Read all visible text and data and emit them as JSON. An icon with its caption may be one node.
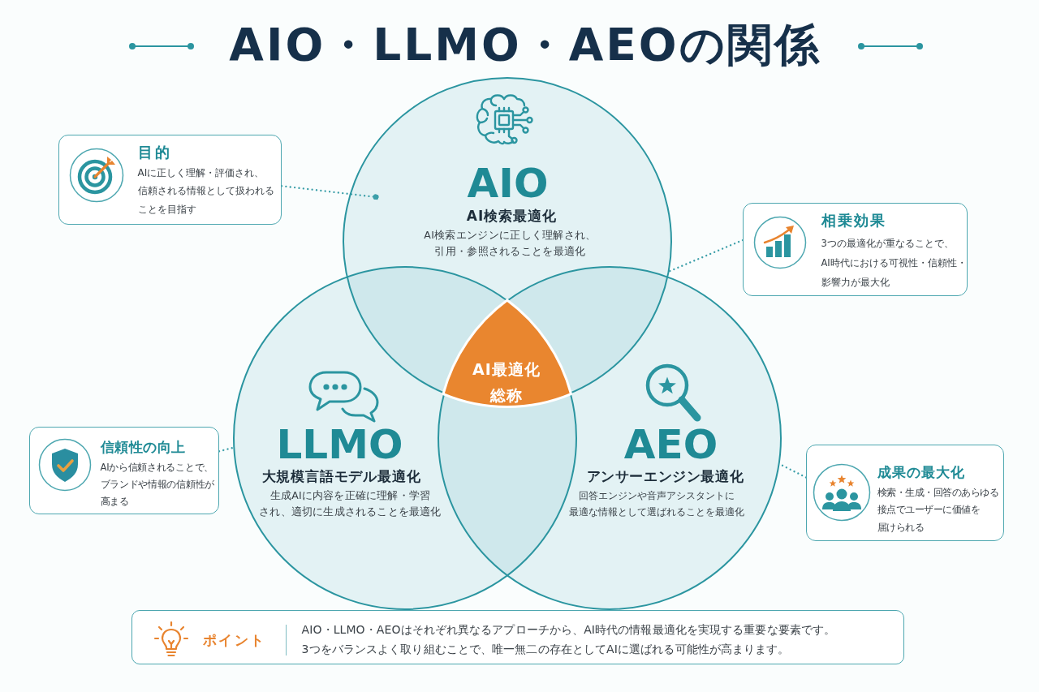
{
  "diagram": {
    "title": "AIO・LLMO・AEOの関係",
    "nodes": [
      {
        "text": [
          "AIO",
          "AI検索最適化",
          "AI検索エンジンに正しく理解され、引用・参照されることを最適化"
        ]
      },
      {
        "text": [
          "LLMO",
          "大規模言語モデル最適化",
          "生成AIに内容を正確に理解・学習され、適切に生成されることを最適化"
        ]
      },
      {
        "text": [
          "AEO",
          "アンサーエンジン最適化",
          "回答エンジンや音声アシスタントに最適な情報として選ばれることを最適化"
        ]
      },
      {
        "text": [
          "AI最適化総称"
        ]
      },
      {
        "text": [
          "目的",
          "AIに正しく理解・評価され、信頼される情報として扱われることを目指す"
        ]
      },
      {
        "text": [
          "相乗効果",
          "3つの最適化が重なることで、AI時代における可視性・信頼性・影響力が最大化"
        ]
      },
      {
        "text": [
          "信頼性の向上",
          "AIから信頼されることで、ブランドや情報の信頼性が高まる"
        ]
      },
      {
        "text": [
          "成果の最大化",
          "検索・生成・回答のあらゆる接点でユーザーに価値を届けられる"
        ]
      },
      {
        "text": [
          "ポイント",
          "AIO・LLMO・AEOはそれぞれ異なるアプローチから、AI時代の情報最適化を実現する重要な要素です。3つをバランスよく取り組むことで、唯一無二の存在としてAIに選ばれる可能性が高まります。"
        ]
      }
    ],
    "edges": [
      {
        "from": 4,
        "to": 0,
        "arrow": "other",
        "style": "dashed"
      },
      {
        "from": 5,
        "to": 0,
        "arrow": "none",
        "style": "dashed"
      },
      {
        "from": 6,
        "to": 1,
        "arrow": "none",
        "style": "dashed"
      },
      {
        "from": 7,
        "to": 2,
        "arrow": "none",
        "style": "dashed"
      }
    ]
  }
}
